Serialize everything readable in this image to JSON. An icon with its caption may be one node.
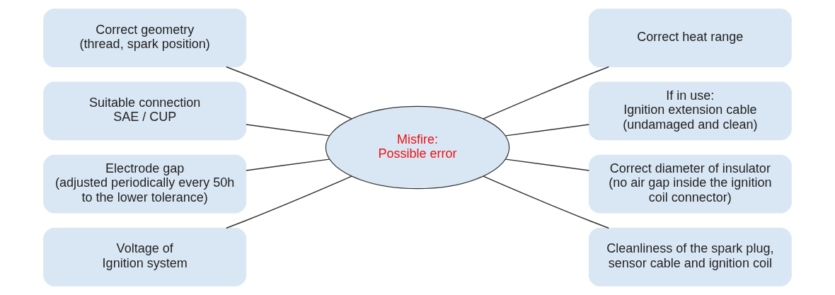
{
  "diagram": {
    "nodes": [
      {
        "text": [
          "Correct geometry (thread, spark position)"
        ]
      },
      {
        "text": [
          "Suitable connection SAE / CUP"
        ]
      },
      {
        "text": [
          "Electrode gap (adjusted periodically every 50h to the lower tolerance)"
        ]
      },
      {
        "text": [
          "Voltage of Ignition system"
        ]
      },
      {
        "text": [
          "Misfire: Possible error"
        ]
      },
      {
        "text": [
          "Correct heat range"
        ]
      },
      {
        "text": [
          "If in use: Ignition extension cable (undamaged and clean)"
        ]
      },
      {
        "text": [
          "Correct diameter of insulator (no air gap inside the ignition coil connector)"
        ]
      },
      {
        "text": [
          "Cleanliness of the spark plug, sensor cable and ignition coil"
        ]
      }
    ],
    "edges": [
      {
        "from": 0,
        "to": 4,
        "arrow": "none"
      },
      {
        "from": 1,
        "to": 4,
        "arrow": "none"
      },
      {
        "from": 2,
        "to": 4,
        "arrow": "none"
      },
      {
        "from": 3,
        "to": 4,
        "arrow": "none"
      },
      {
        "from": 4,
        "to": 5,
        "arrow": "none"
      },
      {
        "from": 4,
        "to": 6,
        "arrow": "none"
      },
      {
        "from": 4,
        "to": 7,
        "arrow": "none"
      },
      {
        "from": 4,
        "to": 8,
        "arrow": "none"
      }
    ]
  }
}
